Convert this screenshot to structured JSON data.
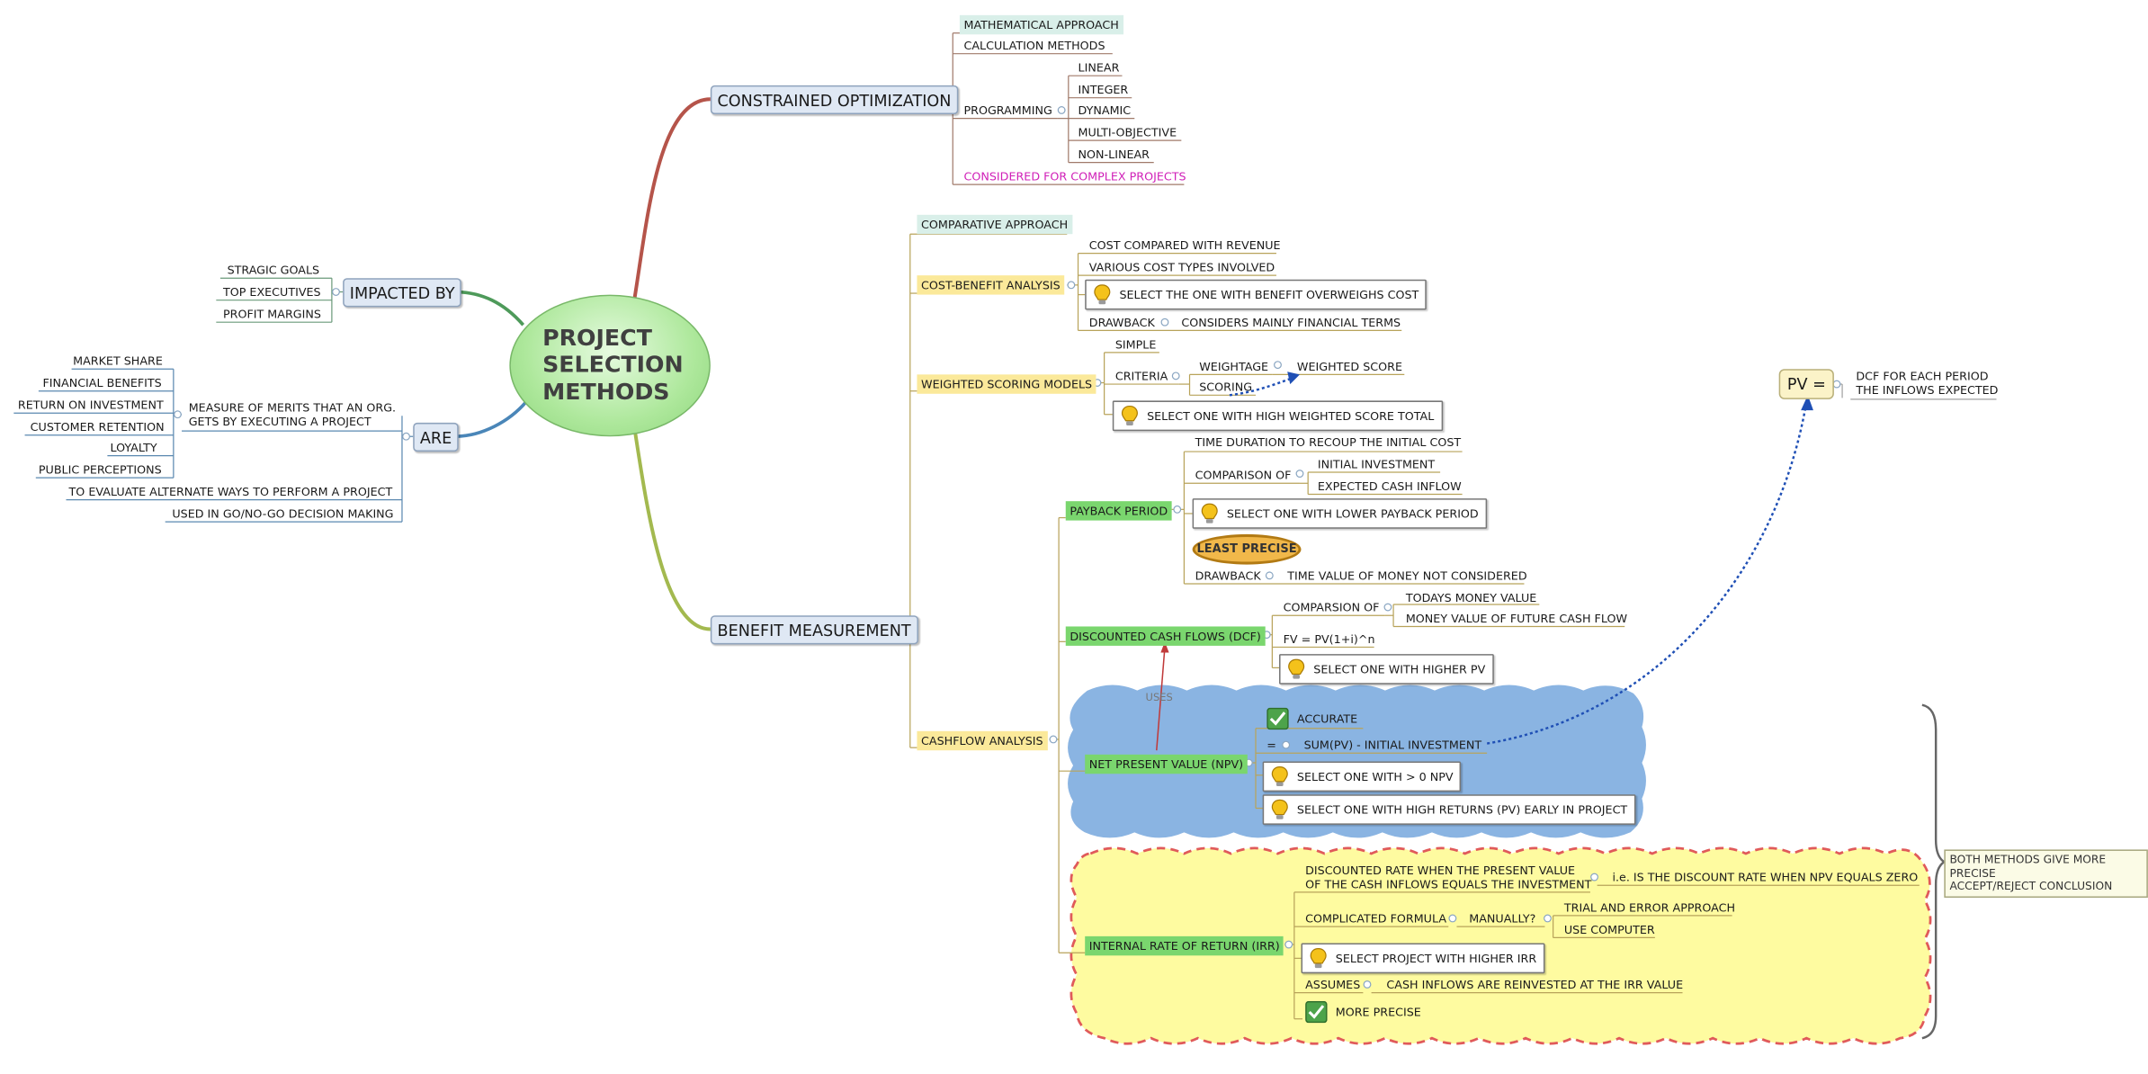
{
  "root": {
    "label": "PROJECT\n SELECTION\nMETHODS"
  },
  "impacted_by": {
    "label": "IMPACTED BY",
    "items": [
      "STRAGIC GOALS",
      "TOP EXECUTIVES",
      "PROFIT MARGINS"
    ]
  },
  "are": {
    "label": "ARE",
    "measure": "MEASURE OF MERITS THAT AN ORG.\nGETS BY EXECUTING A PROJECT",
    "merits": [
      "MARKET SHARE",
      "FINANCIAL BENEFITS",
      "RETURN ON INVESTMENT",
      "CUSTOMER RETENTION",
      "LOYALTY",
      "PUBLIC PERCEPTIONS"
    ],
    "evaluate": "TO EVALUATE ALTERNATE WAYS TO PERFORM A PROJECT",
    "go_no_go": "USED IN GO/NO-GO DECISION MAKING"
  },
  "constrained": {
    "label": "CONSTRAINED OPTIMIZATION",
    "approach": "MATHEMATICAL APPROACH",
    "calc": "CALCULATION METHODS",
    "programming": "PROGRAMMING",
    "programming_types": [
      "LINEAR",
      "INTEGER",
      "DYNAMIC",
      "MULTI-OBJECTIVE",
      "NON-LINEAR"
    ],
    "complex": "CONSIDERED FOR COMPLEX PROJECTS"
  },
  "benefit": {
    "label": "BENEFIT MEASUREMENT",
    "comparative": "COMPARATIVE APPROACH",
    "cba": {
      "label": "COST-BENEFIT ANALYSIS",
      "cost_vs_revenue": "COST COMPARED WITH REVENUE",
      "cost_types": "VARIOUS COST TYPES INVOLVED",
      "tip": "SELECT THE ONE WITH BENEFIT OVERWEIGHS COST",
      "drawback": "DRAWBACK",
      "drawback_text": "CONSIDERS MAINLY FINANCIAL TERMS"
    },
    "wsm": {
      "label": "WEIGHTED SCORING MODELS",
      "simple": "SIMPLE",
      "criteria": "CRITERIA",
      "weightage": "WEIGHTAGE",
      "weighted_score": "WEIGHTED SCORE",
      "scoring": "SCORING",
      "tip": "SELECT ONE WITH HIGH WEIGHTED SCORE TOTAL"
    },
    "cashflow": {
      "label": "CASHFLOW ANALYSIS",
      "payback": {
        "label": "PAYBACK PERIOD",
        "duration": "TIME DURATION TO RECOUP THE INITIAL COST",
        "comparison": "COMPARISON OF",
        "initial": "INITIAL INVESTMENT",
        "expected": "EXPECTED CASH INFLOW",
        "tip": "SELECT ONE WITH LOWER PAYBACK PERIOD",
        "least_precise": "LEAST PRECISE",
        "drawback": "DRAWBACK",
        "drawback_text": "TIME VALUE OF MONEY NOT CONSIDERED"
      },
      "dcf": {
        "label": "DISCOUNTED CASH FLOWS (DCF)",
        "comparison": "COMPARSION OF",
        "todays": "TODAYS MONEY VALUE",
        "future": "MONEY VALUE OF FUTURE CASH FLOW",
        "formula": "FV = PV(1+i)^n",
        "tip": "SELECT ONE WITH HIGHER PV"
      },
      "uses": "USES",
      "npv": {
        "label": "NET PRESENT VALUE (NPV)",
        "accurate": "ACCURATE",
        "equals": "=",
        "formula": "SUM(PV) - INITIAL INVESTMENT",
        "tip1": "SELECT ONE WITH > 0 NPV",
        "tip2": "SELECT ONE WITH HIGH RETURNS (PV) EARLY IN PROJECT"
      },
      "irr": {
        "label": "INTERNAL RATE OF RETURN (IRR)",
        "def": "DISCOUNTED RATE WHEN THE PRESENT VALUE\nOF THE CASH INFLOWS EQUALS THE INVESTMENT",
        "ie": "i.e. IS THE DISCOUNT RATE WHEN NPV EQUALS ZERO",
        "complicated": "COMPLICATED FORMULA",
        "manually": "MANUALLY?",
        "trial": "TRIAL AND ERROR APPROACH",
        "computer": "USE COMPUTER",
        "tip": "SELECT PROJECT WITH HIGHER IRR",
        "assumes": "ASSUMES",
        "assumes_text": "CASH INFLOWS ARE REINVESTED AT THE IRR VALUE",
        "more_precise": "MORE PRECISE"
      },
      "both_note": "BOTH METHODS GIVE MORE PRECISE\nACCEPT/REJECT CONCLUSION"
    }
  },
  "pv": {
    "label": "PV =",
    "text": "DCF FOR EACH PERIOD\nTHE INFLOWS EXPECTED"
  },
  "colors": {
    "root_fill": "#aee89c",
    "topic_fill": "#dfe8f4",
    "category_fill": "#fbe99a",
    "method_fill": "#7ad66e",
    "npv_cloud": "#8ab4e2",
    "irr_cloud": "#fefba0",
    "relationship": "#1f4fb5"
  },
  "icons": [
    "lightbulb-icon",
    "checkmark-icon",
    "collapse-icon"
  ]
}
